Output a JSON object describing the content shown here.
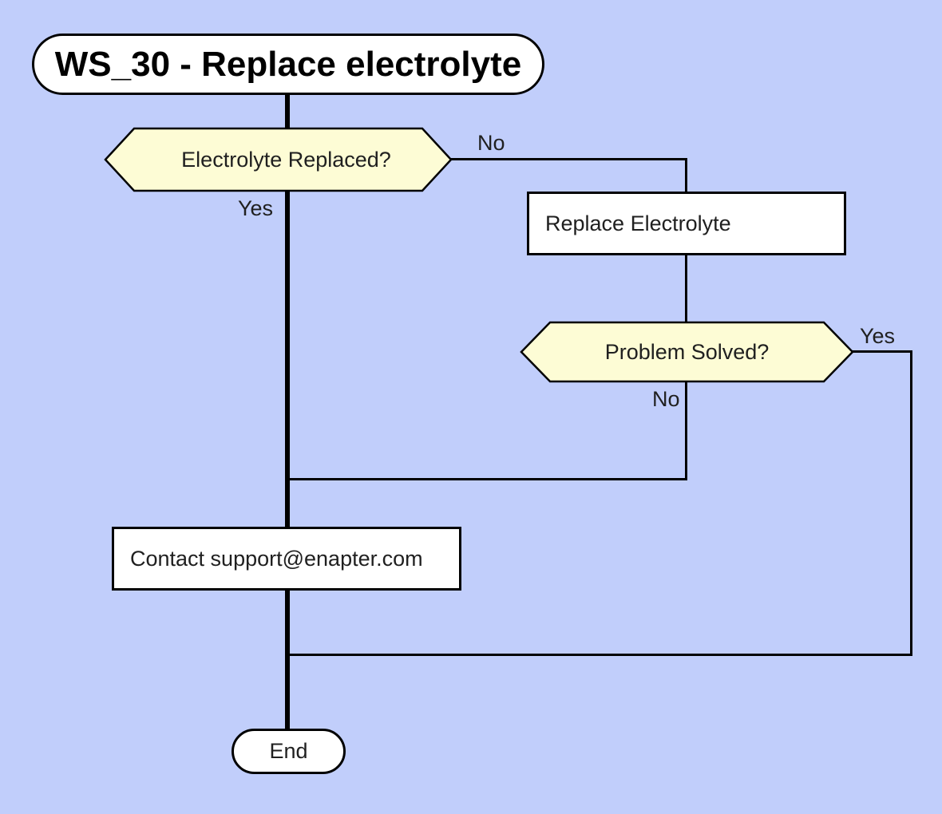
{
  "flowchart": {
    "title": "WS_30 - Replace electrolyte",
    "nodes": {
      "start": {
        "label": "WS_30 - Replace electrolyte",
        "type": "terminator"
      },
      "decision1": {
        "label": "Electrolyte Replaced?",
        "type": "decision"
      },
      "process1": {
        "label": "Replace Electrolyte",
        "type": "process"
      },
      "decision2": {
        "label": "Problem Solved?",
        "type": "decision"
      },
      "process2": {
        "label": "Contact support@enapter.com",
        "type": "process"
      },
      "end": {
        "label": "End",
        "type": "terminator"
      }
    },
    "edge_labels": {
      "decision1_no": "No",
      "decision1_yes": "Yes",
      "decision2_yes": "Yes",
      "decision2_no": "No"
    },
    "colors": {
      "background": "#c1cefb",
      "decision_fill": "#fdfcd5",
      "node_fill": "#ffffff",
      "line": "#000000",
      "text": "#202020"
    }
  }
}
